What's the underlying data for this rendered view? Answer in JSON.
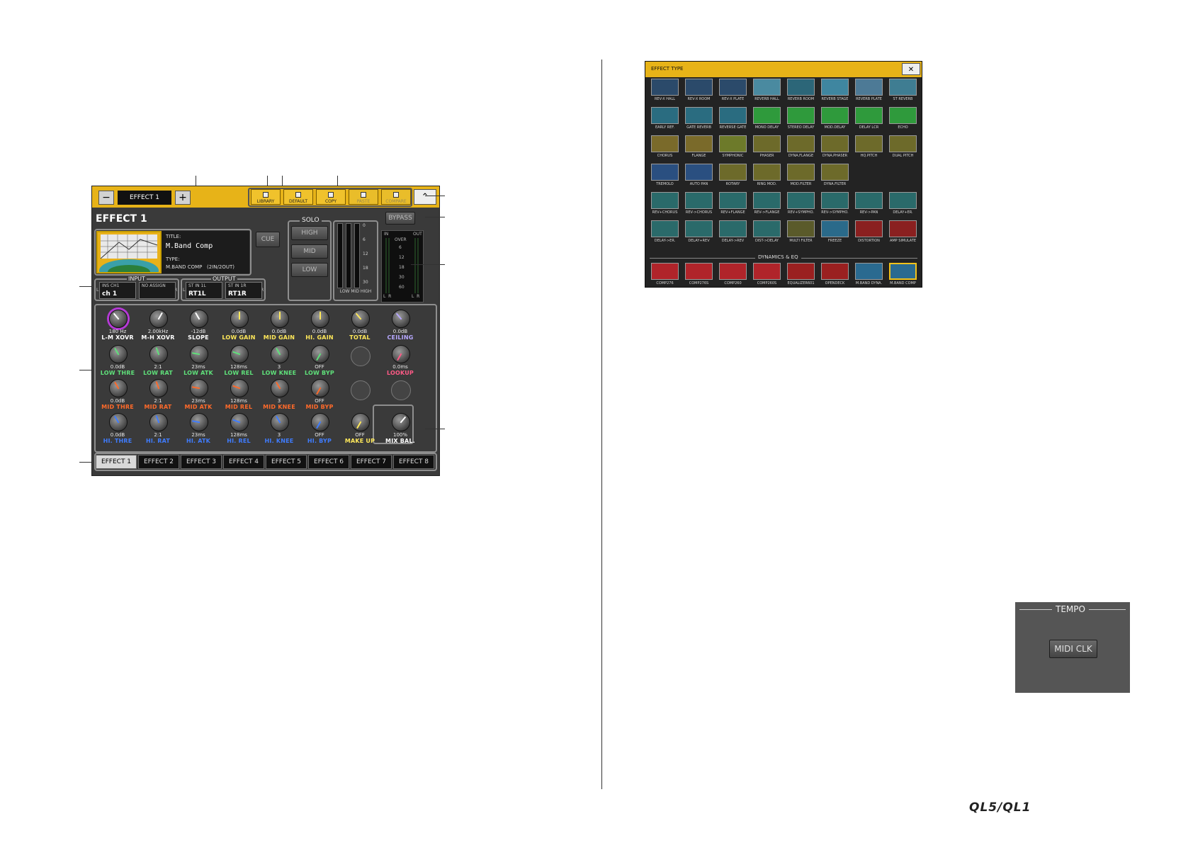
{
  "effect_panel": {
    "selector": {
      "minus": "−",
      "rack_name": "EFFECT 1",
      "plus": "+"
    },
    "toolbar": [
      {
        "label": "LIBRARY",
        "enabled": true
      },
      {
        "label": "DEFAULT",
        "enabled": true
      },
      {
        "label": "COPY",
        "enabled": true
      },
      {
        "label": "PASTE",
        "enabled": false
      },
      {
        "label": "COMPARE",
        "enabled": false
      }
    ],
    "close": "⌃",
    "title": "EFFECT 1",
    "bypass": "BYPASS",
    "info": {
      "title_label": "TITLE:",
      "title_value": "M.Band Comp",
      "type_label": "TYPE:",
      "type_value": "M.BAND COMP   (2IN/2OUT)"
    },
    "cue": "CUE",
    "solo": {
      "label": "SOLO",
      "buttons": [
        "HIGH",
        "MID",
        "LOW"
      ],
      "meter_label": "LOW MID HIGH",
      "scale": [
        "0",
        "6",
        "12",
        "18",
        "30"
      ]
    },
    "io_meter": {
      "in": "IN",
      "out": "OUT",
      "over": "OVER",
      "scale": [
        "6",
        "12",
        "18",
        "30",
        "60"
      ],
      "lr_left": "L  R",
      "lr_right": "L  R"
    },
    "input": {
      "label": "INPUT",
      "l": "L",
      "r": "R",
      "slots": [
        {
          "top": "INS CH1",
          "value": "ch 1"
        },
        {
          "top": "NO ASSIGN",
          "value": ""
        }
      ]
    },
    "output": {
      "label": "OUTPUT",
      "l": "L",
      "r": "R",
      "slots": [
        {
          "top": "ST IN 1L",
          "value": "RT1L"
        },
        {
          "top": "ST IN 1R",
          "value": "RT1R"
        }
      ]
    },
    "knob_rows": [
      [
        {
          "value": "180 Hz",
          "label": "L-M XOVR",
          "color": "#ffffff",
          "angle": -40
        },
        {
          "value": "2.00kHz",
          "label": "M-H XOVR",
          "color": "#ffffff",
          "angle": 30
        },
        {
          "value": "-12dB",
          "label": "SLOPE",
          "color": "#ffffff",
          "angle": -30
        },
        {
          "value": "0.0dB",
          "label": "LOW GAIN",
          "color": "#ffe85a",
          "angle": 0
        },
        {
          "value": "0.0dB",
          "label": "MID GAIN",
          "color": "#ffe85a",
          "angle": 0
        },
        {
          "value": "0.0dB",
          "label": "HI. GAIN",
          "color": "#ffe85a",
          "angle": 0
        },
        {
          "value": "0.0dB",
          "label": "TOTAL",
          "color": "#ffe85a",
          "angle": -40
        },
        {
          "value": "0.0dB",
          "label": "CEILING",
          "color": "#b7a8ff",
          "angle": -40
        }
      ],
      [
        {
          "value": "0.0dB",
          "label": "LOW THRE",
          "color": "#5fe07a",
          "angle": -30
        },
        {
          "value": "2:1",
          "label": "LOW RAT",
          "color": "#5fe07a",
          "angle": -20
        },
        {
          "value": "23ms",
          "label": "LOW ATK",
          "color": "#5fe07a",
          "angle": -80
        },
        {
          "value": "128ms",
          "label": "LOW REL",
          "color": "#5fe07a",
          "angle": -70
        },
        {
          "value": "3",
          "label": "LOW KNEE",
          "color": "#5fe07a",
          "angle": -30
        },
        {
          "value": "OFF",
          "label": "LOW BYP",
          "color": "#5fe07a",
          "angle": -150
        },
        {
          "value": "",
          "label": "",
          "color": "#ffffff",
          "angle": 0
        },
        {
          "value": "0.0ms",
          "label": "LOOKUP",
          "color": "#ff5a86",
          "angle": -150
        }
      ],
      [
        {
          "value": "0.0dB",
          "label": "MID THRE",
          "color": "#ff6a2a",
          "angle": -30
        },
        {
          "value": "2:1",
          "label": "MID RAT",
          "color": "#ff6a2a",
          "angle": -20
        },
        {
          "value": "23ms",
          "label": "MID ATK",
          "color": "#ff6a2a",
          "angle": -80
        },
        {
          "value": "128ms",
          "label": "MID REL",
          "color": "#ff6a2a",
          "angle": -70
        },
        {
          "value": "3",
          "label": "MID KNEE",
          "color": "#ff6a2a",
          "angle": -30
        },
        {
          "value": "OFF",
          "label": "MID BYP",
          "color": "#ff6a2a",
          "angle": -150
        },
        {
          "value": "",
          "label": "",
          "color": "#ffffff",
          "angle": 0
        },
        {
          "value": "",
          "label": "",
          "color": "#ffffff",
          "angle": 0
        }
      ],
      [
        {
          "value": "0.0dB",
          "label": "HI. THRE",
          "color": "#3f7cff",
          "angle": -30
        },
        {
          "value": "2:1",
          "label": "HI. RAT",
          "color": "#3f7cff",
          "angle": -20
        },
        {
          "value": "23ms",
          "label": "HI. ATK",
          "color": "#3f7cff",
          "angle": -80
        },
        {
          "value": "128ms",
          "label": "HI. REL",
          "color": "#3f7cff",
          "angle": -70
        },
        {
          "value": "3",
          "label": "HI. KNEE",
          "color": "#3f7cff",
          "angle": -30
        },
        {
          "value": "OFF",
          "label": "HI. BYP",
          "color": "#3f7cff",
          "angle": -150
        },
        {
          "value": "OFF",
          "label": "MAKE UP",
          "color": "#ffe85a",
          "angle": -150
        },
        {
          "value": "100%",
          "label": "MIX BAL.",
          "color": "#ffffff",
          "angle": 40
        }
      ]
    ],
    "ghost_knobs": [
      [
        1,
        6
      ],
      [
        2,
        6
      ],
      [
        2,
        7
      ]
    ],
    "tabs": [
      "EFFECT 1",
      "EFFECT 2",
      "EFFECT 3",
      "EFFECT 4",
      "EFFECT 5",
      "EFFECT 6",
      "EFFECT 7",
      "EFFECT 8"
    ],
    "active_tab": 0
  },
  "effect_type": {
    "title": "EFFECT TYPE",
    "close": "✕",
    "section_label": "DYNAMICS & EQ",
    "rows": [
      [
        {
          "label": "REV-X HALL",
          "bg": "#2b4a6a"
        },
        {
          "label": "REV-X ROOM",
          "bg": "#2b4a6a"
        },
        {
          "label": "REV-X PLATE",
          "bg": "#2b4a6a"
        },
        {
          "label": "REVERB HALL",
          "bg": "#4a8aa0"
        },
        {
          "label": "REVERB ROOM",
          "bg": "#2c6678"
        },
        {
          "label": "REVERB STAGE",
          "bg": "#3f86a0"
        },
        {
          "label": "REVERB PLATE",
          "bg": "#4d7a96"
        },
        {
          "label": "ST REVERB",
          "bg": "#3f7d92"
        }
      ],
      [
        {
          "label": "EARLY REF.",
          "bg": "#2a6c80"
        },
        {
          "label": "GATE REVERB",
          "bg": "#2a6c80"
        },
        {
          "label": "REVERSE GATE",
          "bg": "#2a6c80"
        },
        {
          "label": "MONO DELAY",
          "bg": "#2f9a3c"
        },
        {
          "label": "STEREO DELAY",
          "bg": "#2f9a3c"
        },
        {
          "label": "MOD.DELAY",
          "bg": "#2f9a3c"
        },
        {
          "label": "DELAY LCR",
          "bg": "#2f9a3c"
        },
        {
          "label": "ECHO",
          "bg": "#2f9a3c"
        }
      ],
      [
        {
          "label": "CHORUS",
          "bg": "#7a6a2a"
        },
        {
          "label": "FLANGE",
          "bg": "#7a6a2a"
        },
        {
          "label": "SYMPHONIC",
          "bg": "#6d7a2a"
        },
        {
          "label": "PHASER",
          "bg": "#6d6a2a"
        },
        {
          "label": "DYNA.FLANGE",
          "bg": "#6d6a2a"
        },
        {
          "label": "DYNA.PHASER",
          "bg": "#6d6a2a"
        },
        {
          "label": "HQ.PITCH",
          "bg": "#6d6a2a"
        },
        {
          "label": "DUAL PITCH",
          "bg": "#6d6a2a"
        }
      ],
      [
        {
          "label": "TREMOLO",
          "bg": "#2a4f80"
        },
        {
          "label": "AUTO PAN",
          "bg": "#2a4f80"
        },
        {
          "label": "ROTARY",
          "bg": "#6d6a2a"
        },
        {
          "label": "RING MOD.",
          "bg": "#6d6a2a"
        },
        {
          "label": "MOD.FILTER",
          "bg": "#6d6a2a"
        },
        {
          "label": "DYNA.FILTER",
          "bg": "#6d6a2a"
        }
      ],
      [
        {
          "label": "REV+CHORUS",
          "bg": "#2a6a6a"
        },
        {
          "label": "REV->CHORUS",
          "bg": "#2a6a6a"
        },
        {
          "label": "REV+FLANGE",
          "bg": "#2a6a6a"
        },
        {
          "label": "REV->FLANGE",
          "bg": "#2a6a6a"
        },
        {
          "label": "REV+SYMPHO.",
          "bg": "#2a6a6a"
        },
        {
          "label": "REV->SYMPHO.",
          "bg": "#2a6a6a"
        },
        {
          "label": "REV->PAN",
          "bg": "#2a6a6a"
        },
        {
          "label": "DELAY+ER.",
          "bg": "#2a6a6a"
        }
      ],
      [
        {
          "label": "DELAY->ER.",
          "bg": "#2a6a6a"
        },
        {
          "label": "DELAY+REV",
          "bg": "#2a6a6a"
        },
        {
          "label": "DELAY->REV",
          "bg": "#2a6a6a"
        },
        {
          "label": "DIST->DELAY",
          "bg": "#2a6a6a"
        },
        {
          "label": "MULTI FILTER",
          "bg": "#5a5a2a"
        },
        {
          "label": "FREEZE",
          "bg": "#2a6a8a"
        },
        {
          "label": "DISTORTION",
          "bg": "#8a2020"
        },
        {
          "label": "AMP SIMULATE",
          "bg": "#8a2020"
        }
      ],
      [
        {
          "label": "COMP276",
          "bg": "#b0242a"
        },
        {
          "label": "COMP276S",
          "bg": "#b0242a"
        },
        {
          "label": "COMP260",
          "bg": "#b0242a"
        },
        {
          "label": "COMP260S",
          "bg": "#b0242a"
        },
        {
          "label": "EQUALIZER601",
          "bg": "#9a2020"
        },
        {
          "label": "OPENDECK",
          "bg": "#9a2020"
        },
        {
          "label": "M.BAND DYNA.",
          "bg": "#2a6a90"
        },
        {
          "label": "M.BAND COMP",
          "bg": "#2a6a90"
        }
      ]
    ],
    "selected": [
      6,
      7
    ]
  },
  "tempo": {
    "label": "TEMPO",
    "button": "MIDI CLK"
  },
  "logo": "QL5/QL1"
}
